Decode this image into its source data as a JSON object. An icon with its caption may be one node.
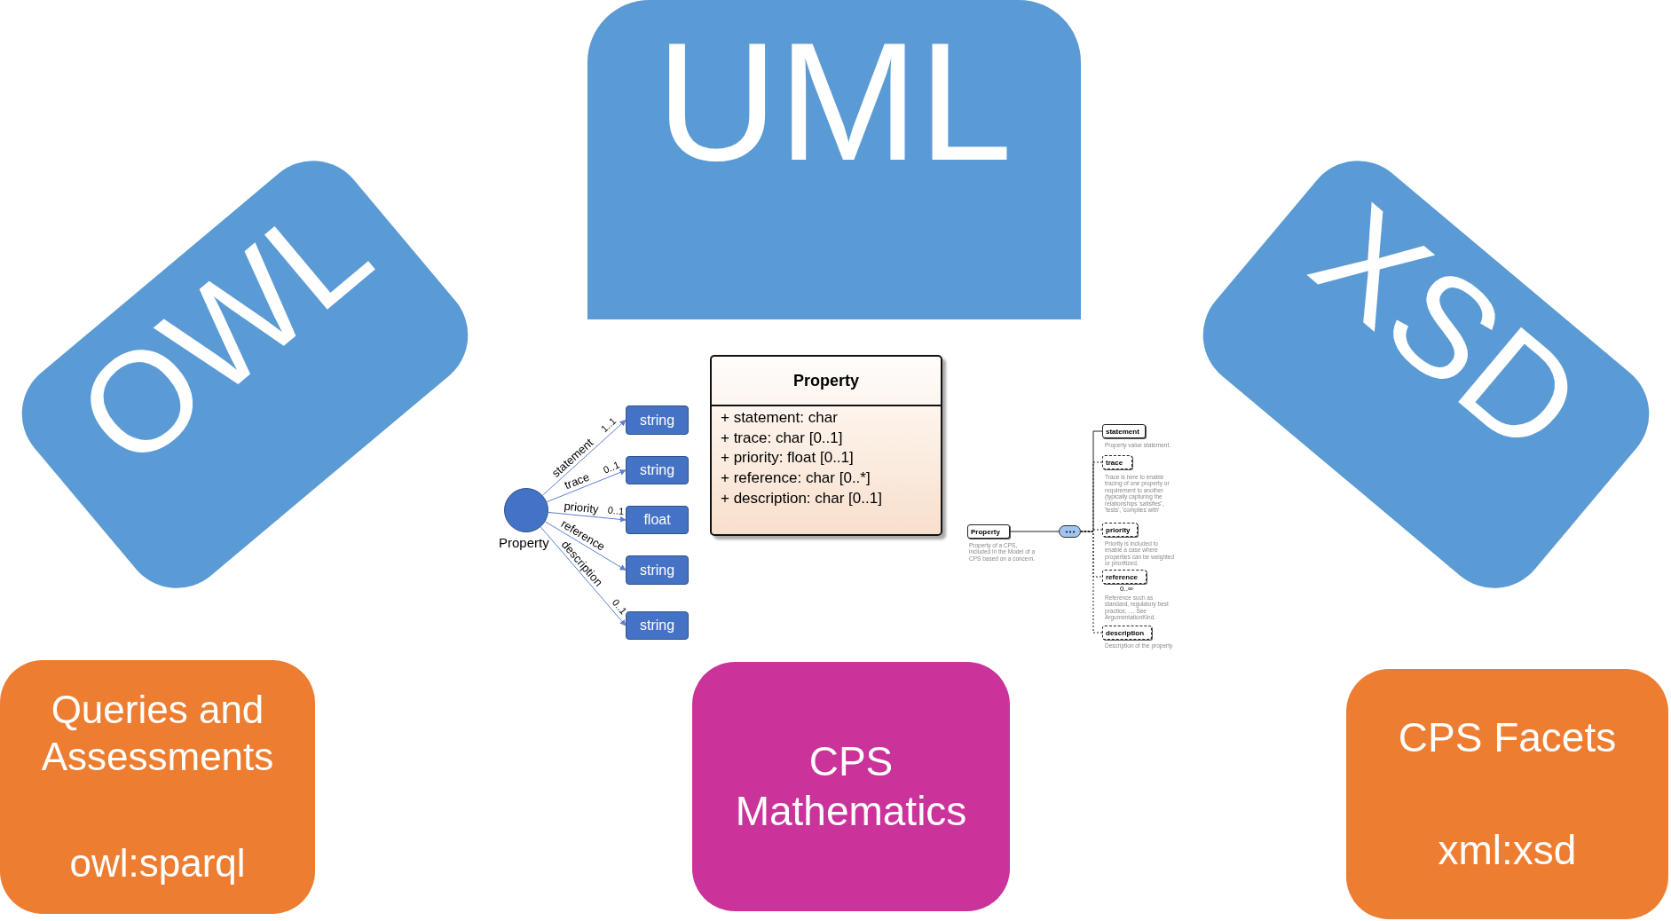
{
  "diagram": {
    "nodes": [
      {
        "text": [
          "OWL"
        ]
      },
      {
        "text": [
          "UML"
        ]
      },
      {
        "text": [
          "XSD"
        ]
      },
      {
        "text": [
          "Queries and Assessments",
          "owl:sparql"
        ]
      },
      {
        "text": [
          "CPS Mathematics"
        ]
      },
      {
        "text": [
          "CPS Facets",
          "xml:xsd"
        ]
      },
      {
        "text": [],
        "shape": "circle",
        "beside": [
          "Property"
        ]
      },
      {
        "text": [
          "string"
        ]
      },
      {
        "text": [
          "string"
        ]
      },
      {
        "text": [
          "float"
        ]
      },
      {
        "text": [
          "string"
        ]
      },
      {
        "text": [
          "string"
        ]
      },
      {
        "text": [
          "Property",
          "+ statement: char",
          "+ trace: char [0..1]",
          "+ priority: float [0..1]",
          "+ reference: char [0..*]",
          "+ description: char [0..1]"
        ]
      },
      {
        "text": [
          "Property"
        ],
        "beside": [
          "Property of a CPS, included in the Model of a CPS based on a concern."
        ]
      },
      {
        "text": [],
        "shape": "box"
      },
      {
        "text": [
          "statement"
        ],
        "beside": [
          "Property value statement."
        ]
      },
      {
        "text": [
          "trace"
        ],
        "beside": [
          "Trace is here to enable tracing of one property or requirement to another (typically capturing the relationships 'satisfies', 'tests', 'complies with'"
        ]
      },
      {
        "text": [
          "priority"
        ],
        "beside": [
          "Priority is included to enable a case where properties can be weighted or prioritized."
        ]
      },
      {
        "text": [
          "reference"
        ],
        "beside": [
          "0..∞",
          "Reference such as standard, regulatory best practice, .... See ArgumentationKind."
        ]
      },
      {
        "text": [
          "description"
        ],
        "beside": [
          "Description of the property"
        ]
      }
    ],
    "edges": [
      {
        "from": 6,
        "to": 7,
        "arrow": "to",
        "label": "statement",
        "color": "#5b7fd0"
      },
      {
        "from": 6,
        "to": 8,
        "arrow": "to",
        "label": "trace",
        "color": "#5b7fd0"
      },
      {
        "from": 6,
        "to": 9,
        "arrow": "to",
        "label": "priority",
        "color": "#5b7fd0"
      },
      {
        "from": 6,
        "to": 10,
        "arrow": "to",
        "label": "reference",
        "color": "#5b7fd0"
      },
      {
        "from": 6,
        "to": 11,
        "arrow": "to",
        "label": "description",
        "color": "#5b7fd0"
      },
      {
        "from": 13,
        "to": 14,
        "arrow": "none"
      },
      {
        "from": 14,
        "to": 15,
        "arrow": "none"
      },
      {
        "from": 14,
        "to": 16,
        "arrow": "none",
        "style": "dashed"
      },
      {
        "from": 14,
        "to": 17,
        "arrow": "none",
        "style": "dashed"
      },
      {
        "from": 14,
        "to": 18,
        "arrow": "none",
        "style": "dashed"
      },
      {
        "from": 14,
        "to": 19,
        "arrow": "none",
        "style": "dashed"
      }
    ],
    "labels": [
      "1..1",
      "0..1",
      "0..1",
      "0..1"
    ]
  }
}
